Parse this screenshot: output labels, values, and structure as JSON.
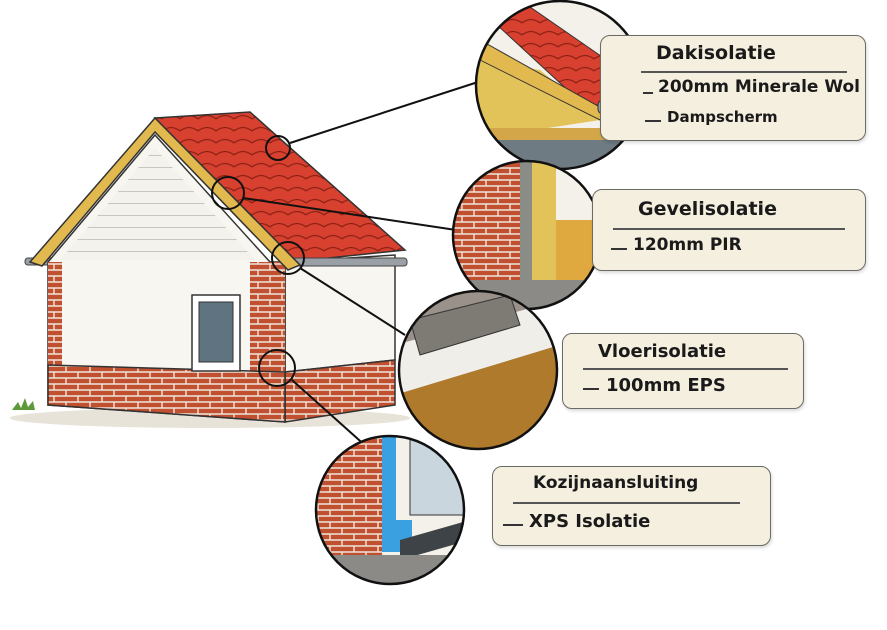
{
  "callouts": [
    {
      "title": "Dakisolatie",
      "items": [
        "200mm Minerale Wol",
        "Dampscherm"
      ]
    },
    {
      "title": "Gevelisolatie",
      "items": [
        "120mm PIR"
      ]
    },
    {
      "title": "Vloerisolatie",
      "items": [
        "100mm EPS"
      ]
    },
    {
      "title": "Kozijnaansluiting",
      "items": [
        "XPS Isolatie"
      ]
    }
  ],
  "colors": {
    "label_bg": "#f5efdf",
    "roof_tile": "#d8412f",
    "brick": "#c0502f",
    "insulation_yellow": "#e2c35a",
    "xps_blue": "#3aa0e0"
  }
}
